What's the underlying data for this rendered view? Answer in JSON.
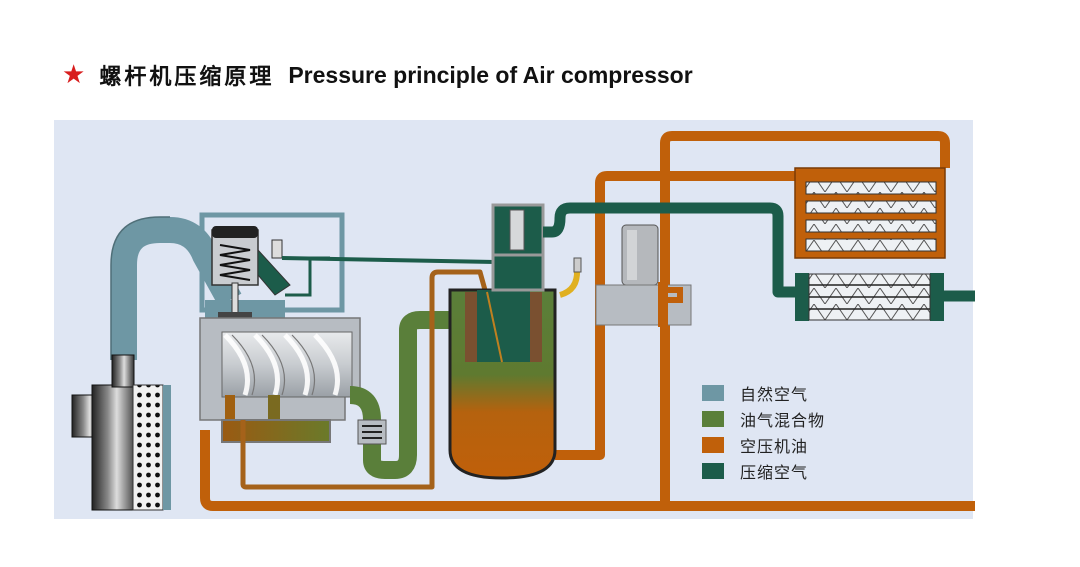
{
  "title": {
    "star_icon": "★",
    "chinese": "螺杆机压缩原理",
    "english": "Pressure principle of Air compressor"
  },
  "colors": {
    "panel_bg": "#dfe6f3",
    "natural_air": "#6e97a4",
    "oil_air_mixture": "#5a7f3a",
    "compressor_oil": "#c0600a",
    "compressed_air": "#1c5c4a",
    "housing_grey": "#b7bcc2",
    "star": "#d81e1e"
  },
  "legend": [
    {
      "label": "自然空气",
      "color": "#6e97a4"
    },
    {
      "label": "油气混合物",
      "color": "#5a7f3a"
    },
    {
      "label": "空压机油",
      "color": "#c0600a"
    },
    {
      "label": "压缩空气",
      "color": "#1c5c4a"
    }
  ],
  "components": [
    "air-filter",
    "intake-valve",
    "screw-rotors",
    "thermostatic-valve",
    "oil-gas-separator-tank",
    "minimum-pressure-valve",
    "oil-filter",
    "oil-cooler",
    "air-aftercooler"
  ]
}
